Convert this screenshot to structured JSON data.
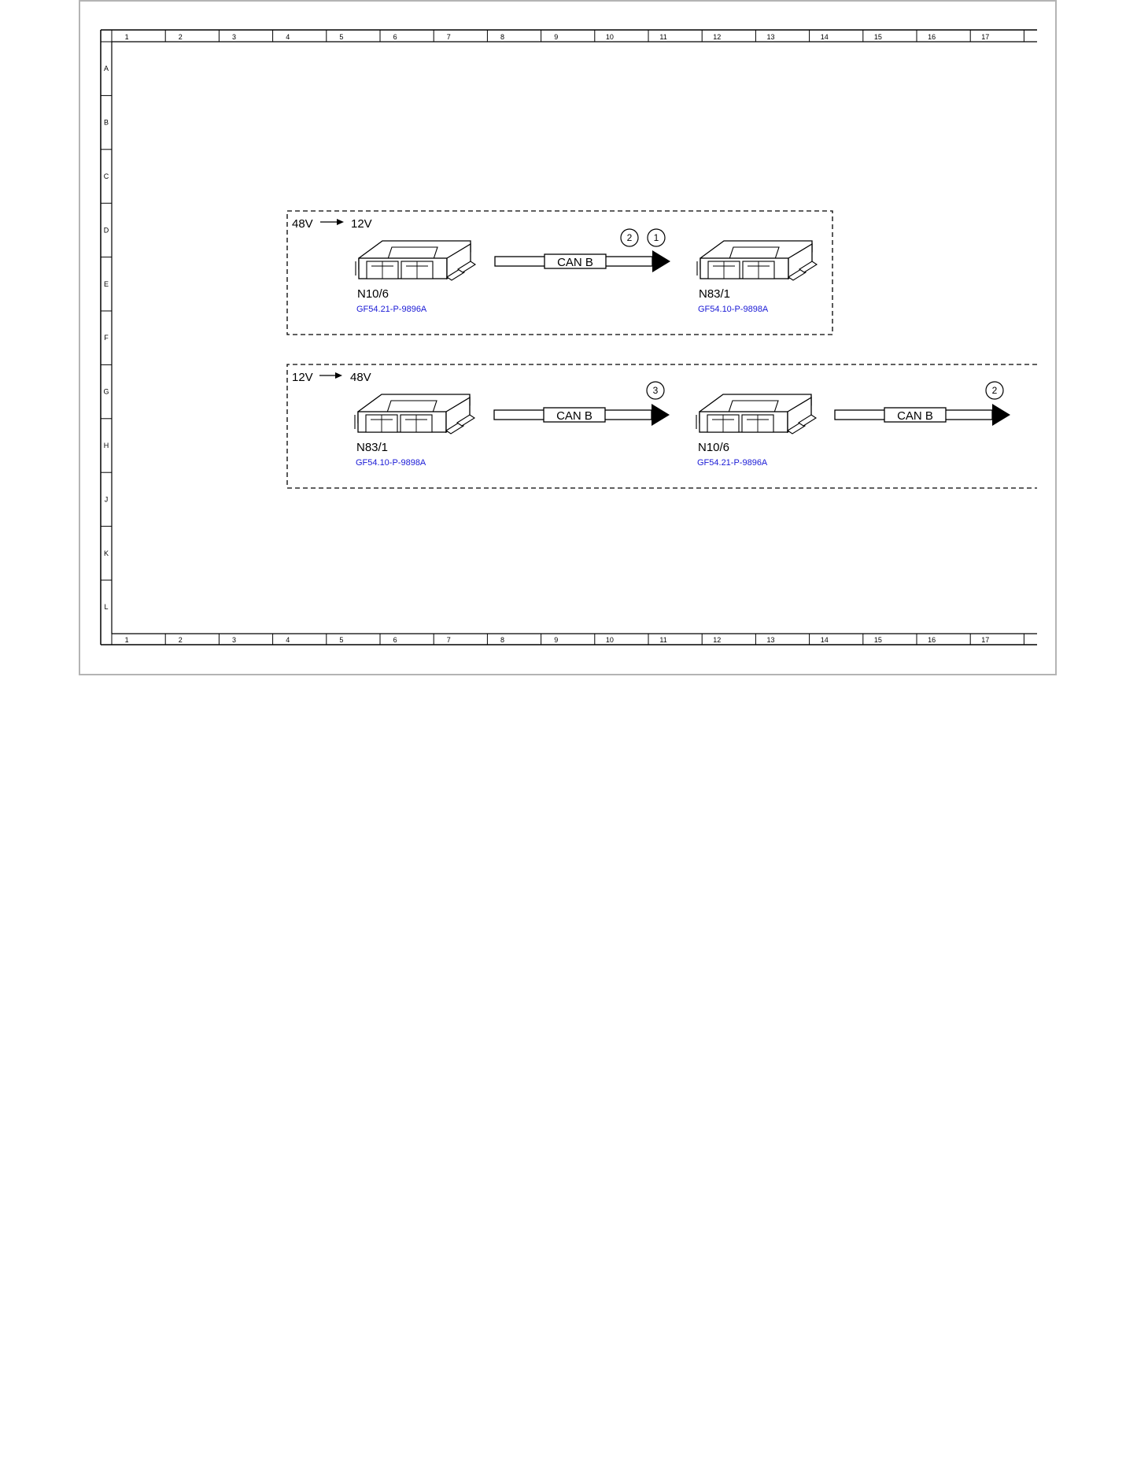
{
  "frame": {
    "column_numbers": [
      "1",
      "2",
      "3",
      "4",
      "5",
      "6",
      "7",
      "8",
      "9",
      "10",
      "11",
      "12",
      "13",
      "14",
      "15",
      "16",
      "17"
    ],
    "row_letters": [
      "A",
      "B",
      "C",
      "D",
      "E",
      "F",
      "G",
      "H",
      "J",
      "K",
      "L"
    ]
  },
  "groups": [
    {
      "title_from": "48V",
      "title_to": "12V",
      "modules": [
        {
          "name": "N10/6",
          "ref": "GF54.21-P-9896A"
        },
        {
          "name": "N83/1",
          "ref": "GF54.10-P-9898A"
        }
      ],
      "links": [
        {
          "label": "CAN B",
          "markers": [
            "2",
            "1"
          ]
        }
      ]
    },
    {
      "title_from": "12V",
      "title_to": "48V",
      "modules": [
        {
          "name": "N83/1",
          "ref": "GF54.10-P-9898A"
        },
        {
          "name": "N10/6",
          "ref": "GF54.21-P-9896A"
        }
      ],
      "links": [
        {
          "label": "CAN B",
          "markers": [
            "3"
          ]
        },
        {
          "label": "CAN B",
          "markers": [
            "2"
          ]
        }
      ]
    }
  ]
}
